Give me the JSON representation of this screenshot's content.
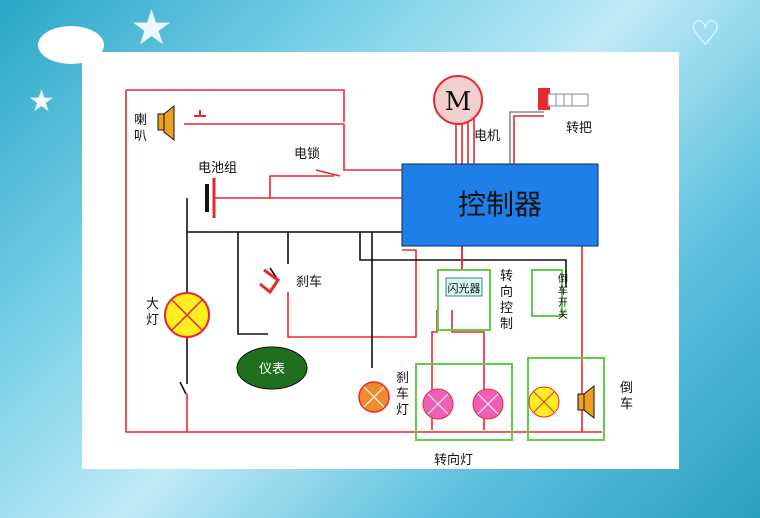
{
  "labels": {
    "horn": "喇叭",
    "battery": "电池组",
    "lock": "电锁",
    "motor_symbol": "M",
    "motor": "电机",
    "throttle": "转把",
    "controller": "控制器",
    "brake": "刹车",
    "headlight": "大灯",
    "meter": "仪表",
    "brake_light": "刹车灯",
    "flasher": "闪光器",
    "turn_control": "转向控制",
    "reverse_switch": "倒车开关",
    "turn_lights": "转向灯",
    "reverse": "倒车"
  },
  "colors": {
    "wire_red": "#e8282e",
    "wire_black": "#111111",
    "wire_gray": "#8a8a8a",
    "controller": "#1e7fe8",
    "lamp_yellow": "#ffee22",
    "lamp_orange": "#f28a2a",
    "lamp_pink": "#ee5fb6",
    "meter_green": "#1f6f1f",
    "box_green": "#5fcf4a"
  }
}
